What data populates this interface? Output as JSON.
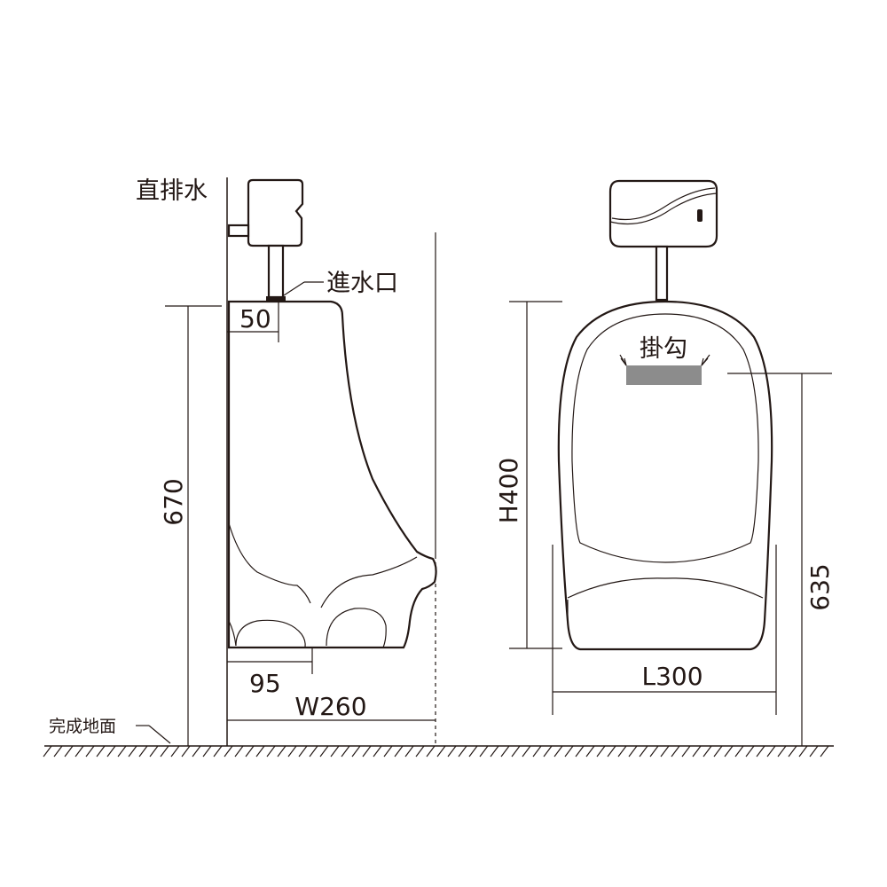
{
  "labels": {
    "direct_drain": "直排水",
    "water_inlet": "進水口",
    "finished_floor": "完成地面",
    "hook": "掛勾"
  },
  "dimensions": {
    "inlet_offset": "50",
    "total_height": "670",
    "drain_offset": "95",
    "depth": "W260",
    "hook_height": "H400",
    "width": "L300",
    "mount_height": "635"
  },
  "colors": {
    "line": "#231815",
    "hook_plate": "#8c8c8c",
    "background": "#ffffff"
  }
}
